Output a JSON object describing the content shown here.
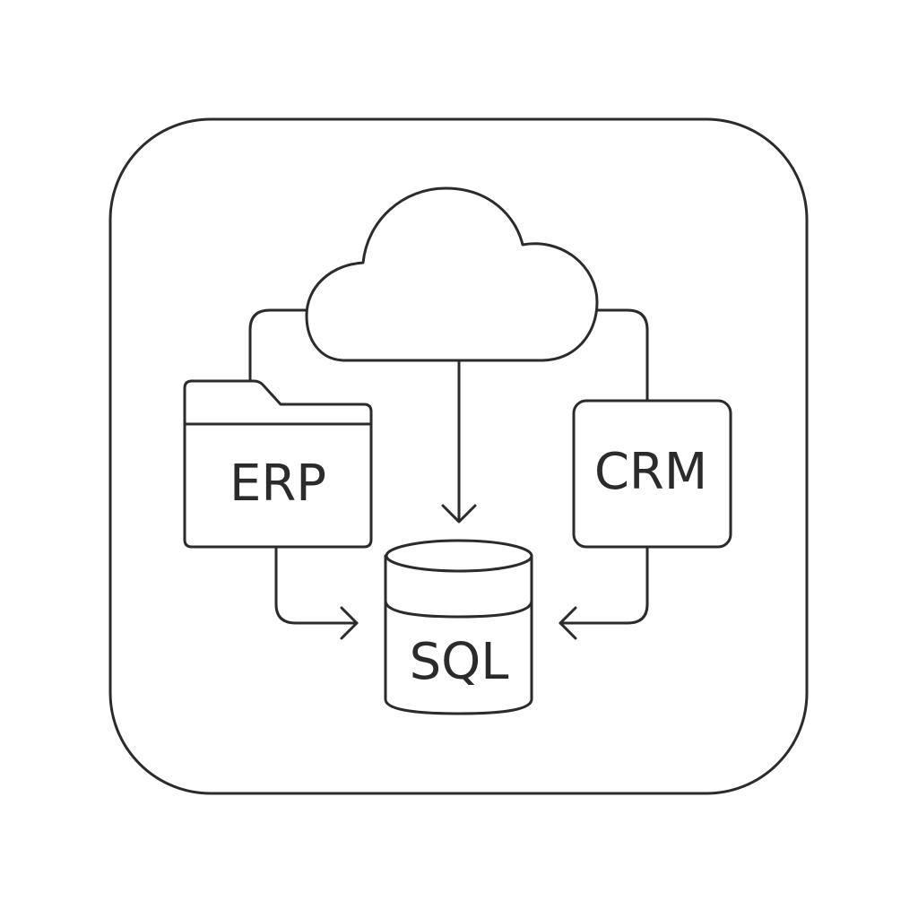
{
  "diagram": {
    "nodes": {
      "cloud": {
        "label": ""
      },
      "erp": {
        "label": "ERP"
      },
      "crm": {
        "label": "CRM"
      },
      "sql": {
        "label": "SQL"
      }
    },
    "edges": [
      {
        "from": "cloud",
        "to": "sql"
      },
      {
        "from": "cloud",
        "to": "erp"
      },
      {
        "from": "cloud",
        "to": "crm"
      },
      {
        "from": "erp",
        "to": "sql"
      },
      {
        "from": "crm",
        "to": "sql"
      }
    ],
    "colors": {
      "stroke": "#2b2b2b",
      "background": "#ffffff"
    }
  }
}
